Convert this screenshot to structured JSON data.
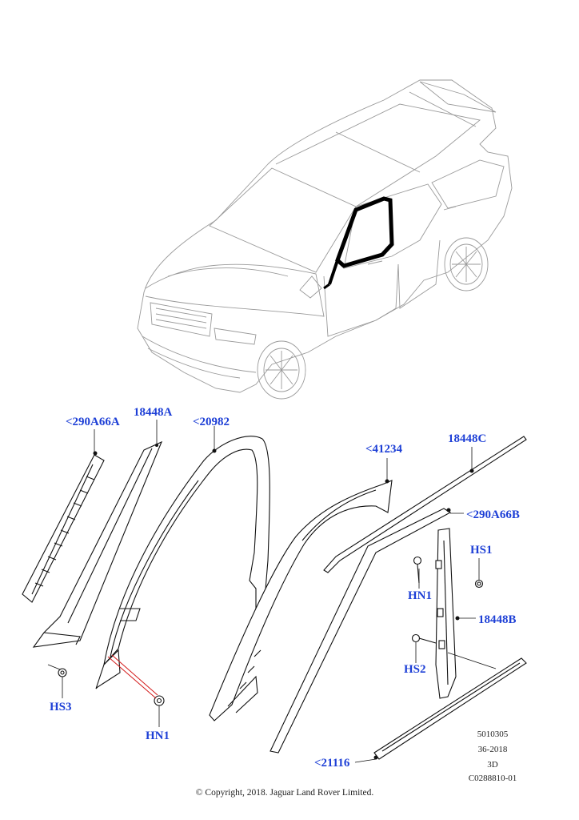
{
  "callouts": {
    "c290A66A": "<290A66A",
    "c18448A": "18448A",
    "c20982": "<20982",
    "c41234": "<41234",
    "c18448C": "18448C",
    "c290A66B": "<290A66B",
    "cHS1": "HS1",
    "cHN1_right": "HN1",
    "c18448B": "18448B",
    "cHS2": "HS2",
    "cHS3": "HS3",
    "cHN1_bottom": "HN1",
    "c21116": "<21116"
  },
  "meta": {
    "line1": "5010305",
    "line2": "36-2018",
    "line3": "3D",
    "line4": "C0288810-01"
  },
  "copyright": "© Copyright, 2018. Jaguar Land Rover Limited.",
  "colors": {
    "callout": "#1d3fd6",
    "line": "#111111",
    "vehicle": "#9a9a9a",
    "highlight": "#d31a1a"
  }
}
